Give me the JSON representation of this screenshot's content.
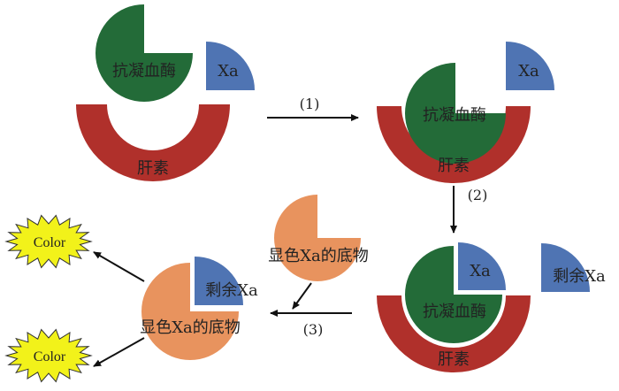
{
  "labels": {
    "antithrombin": "抗凝血酶",
    "heparin": "肝素",
    "xa": "Xa",
    "residual_xa": "剩余Xa",
    "chromogenic_substrate": "显色Xa的底物",
    "color": "Color"
  },
  "steps": {
    "step1": "(1)",
    "step2": "(2)",
    "step3": "(3)"
  },
  "colors": {
    "antithrombin": "#236b38",
    "heparin": "#b0302b",
    "xa": "#4f74b3",
    "substrate": "#e8935e",
    "color_burst": "#f2f21a"
  }
}
